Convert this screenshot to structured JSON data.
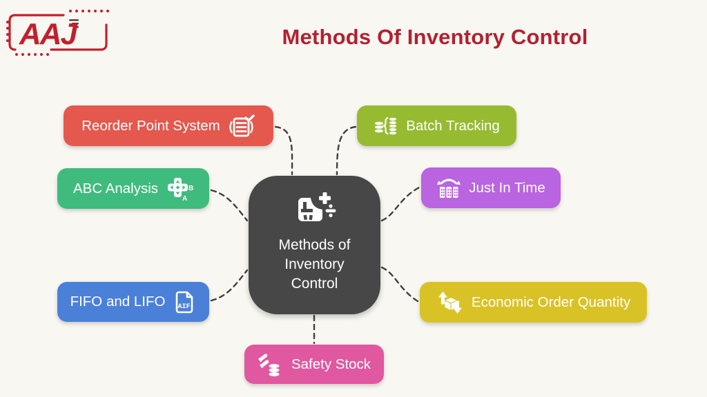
{
  "page": {
    "background": "#f9f7f1"
  },
  "logo": {
    "text": "AAJ",
    "color": "#c2202f"
  },
  "header": {
    "title": "Methods Of Inventory Control",
    "color": "#b32031"
  },
  "center": {
    "icon": "inventory-calc-icon",
    "lines": [
      "Methods of",
      "Inventory",
      "Control"
    ],
    "background": "#474747",
    "text_color": "#ffffff"
  },
  "connector_color": "#3e3e3e",
  "nodes": [
    {
      "label": "Reorder Point System",
      "background": "#e4584e",
      "icon": "checklist-icon",
      "icon_side": "right"
    },
    {
      "label": "Batch Tracking",
      "background": "#96bb31",
      "icon": "coin-stacks-icon",
      "icon_side": "left"
    },
    {
      "label": "ABC Analysis",
      "background": "#3fbc7d",
      "icon": "gamepad-icon",
      "icon_side": "right"
    },
    {
      "label": "Just In Time",
      "background": "#b964e0",
      "icon": "columns-cycle-icon",
      "icon_side": "left"
    },
    {
      "label": "FIFO and LIFO",
      "background": "#4b80d8",
      "icon": "aif-file-icon",
      "icon_side": "right"
    },
    {
      "label": "Economic Order Quantity",
      "background": "#d9c226",
      "icon": "cube-arrows-icon",
      "icon_side": "left"
    },
    {
      "label": "Safety Stock",
      "background": "#e0589f",
      "icon": "stock-supply-icon",
      "icon_side": "left"
    }
  ]
}
